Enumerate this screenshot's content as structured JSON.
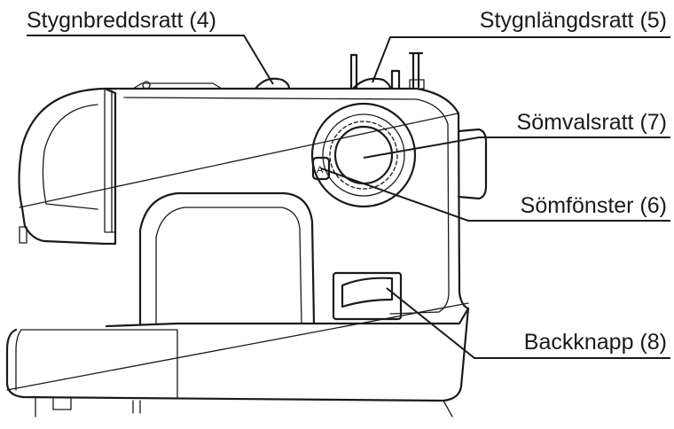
{
  "callouts": {
    "stitch_width": "Stygnbreddsratt (4)",
    "stitch_length": "Stygnlängdsratt (5)",
    "pattern_selector": "Sömvalsratt (7)",
    "pattern_window": "Sömfönster (6)",
    "reverse_button": "Backknapp (8)"
  },
  "pattern_window_letter": "A"
}
